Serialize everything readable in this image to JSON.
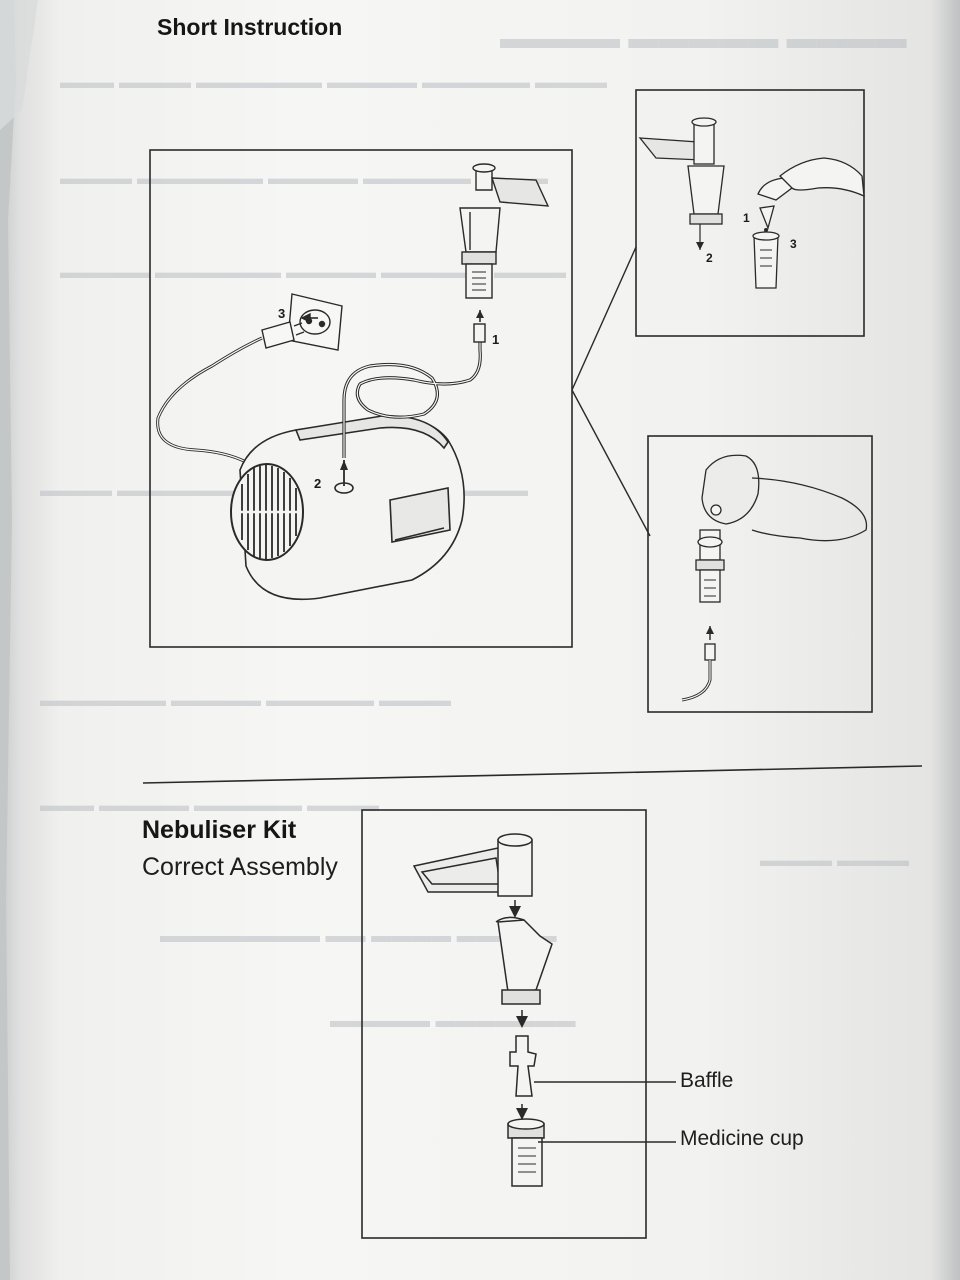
{
  "short_instruction": {
    "title": "Short Instruction",
    "callouts": [
      "1",
      "2",
      "3"
    ]
  },
  "nebuliser_kit": {
    "title": "Nebuliser Kit",
    "subtitle": "Correct Assembly",
    "labels": {
      "baffle": "Baffle",
      "medicine_cup": "Medicine cup"
    }
  },
  "colors": {
    "paper": "#f4f4f2",
    "ink": "#1b1b1b",
    "show_through": "#b9bdc2"
  }
}
